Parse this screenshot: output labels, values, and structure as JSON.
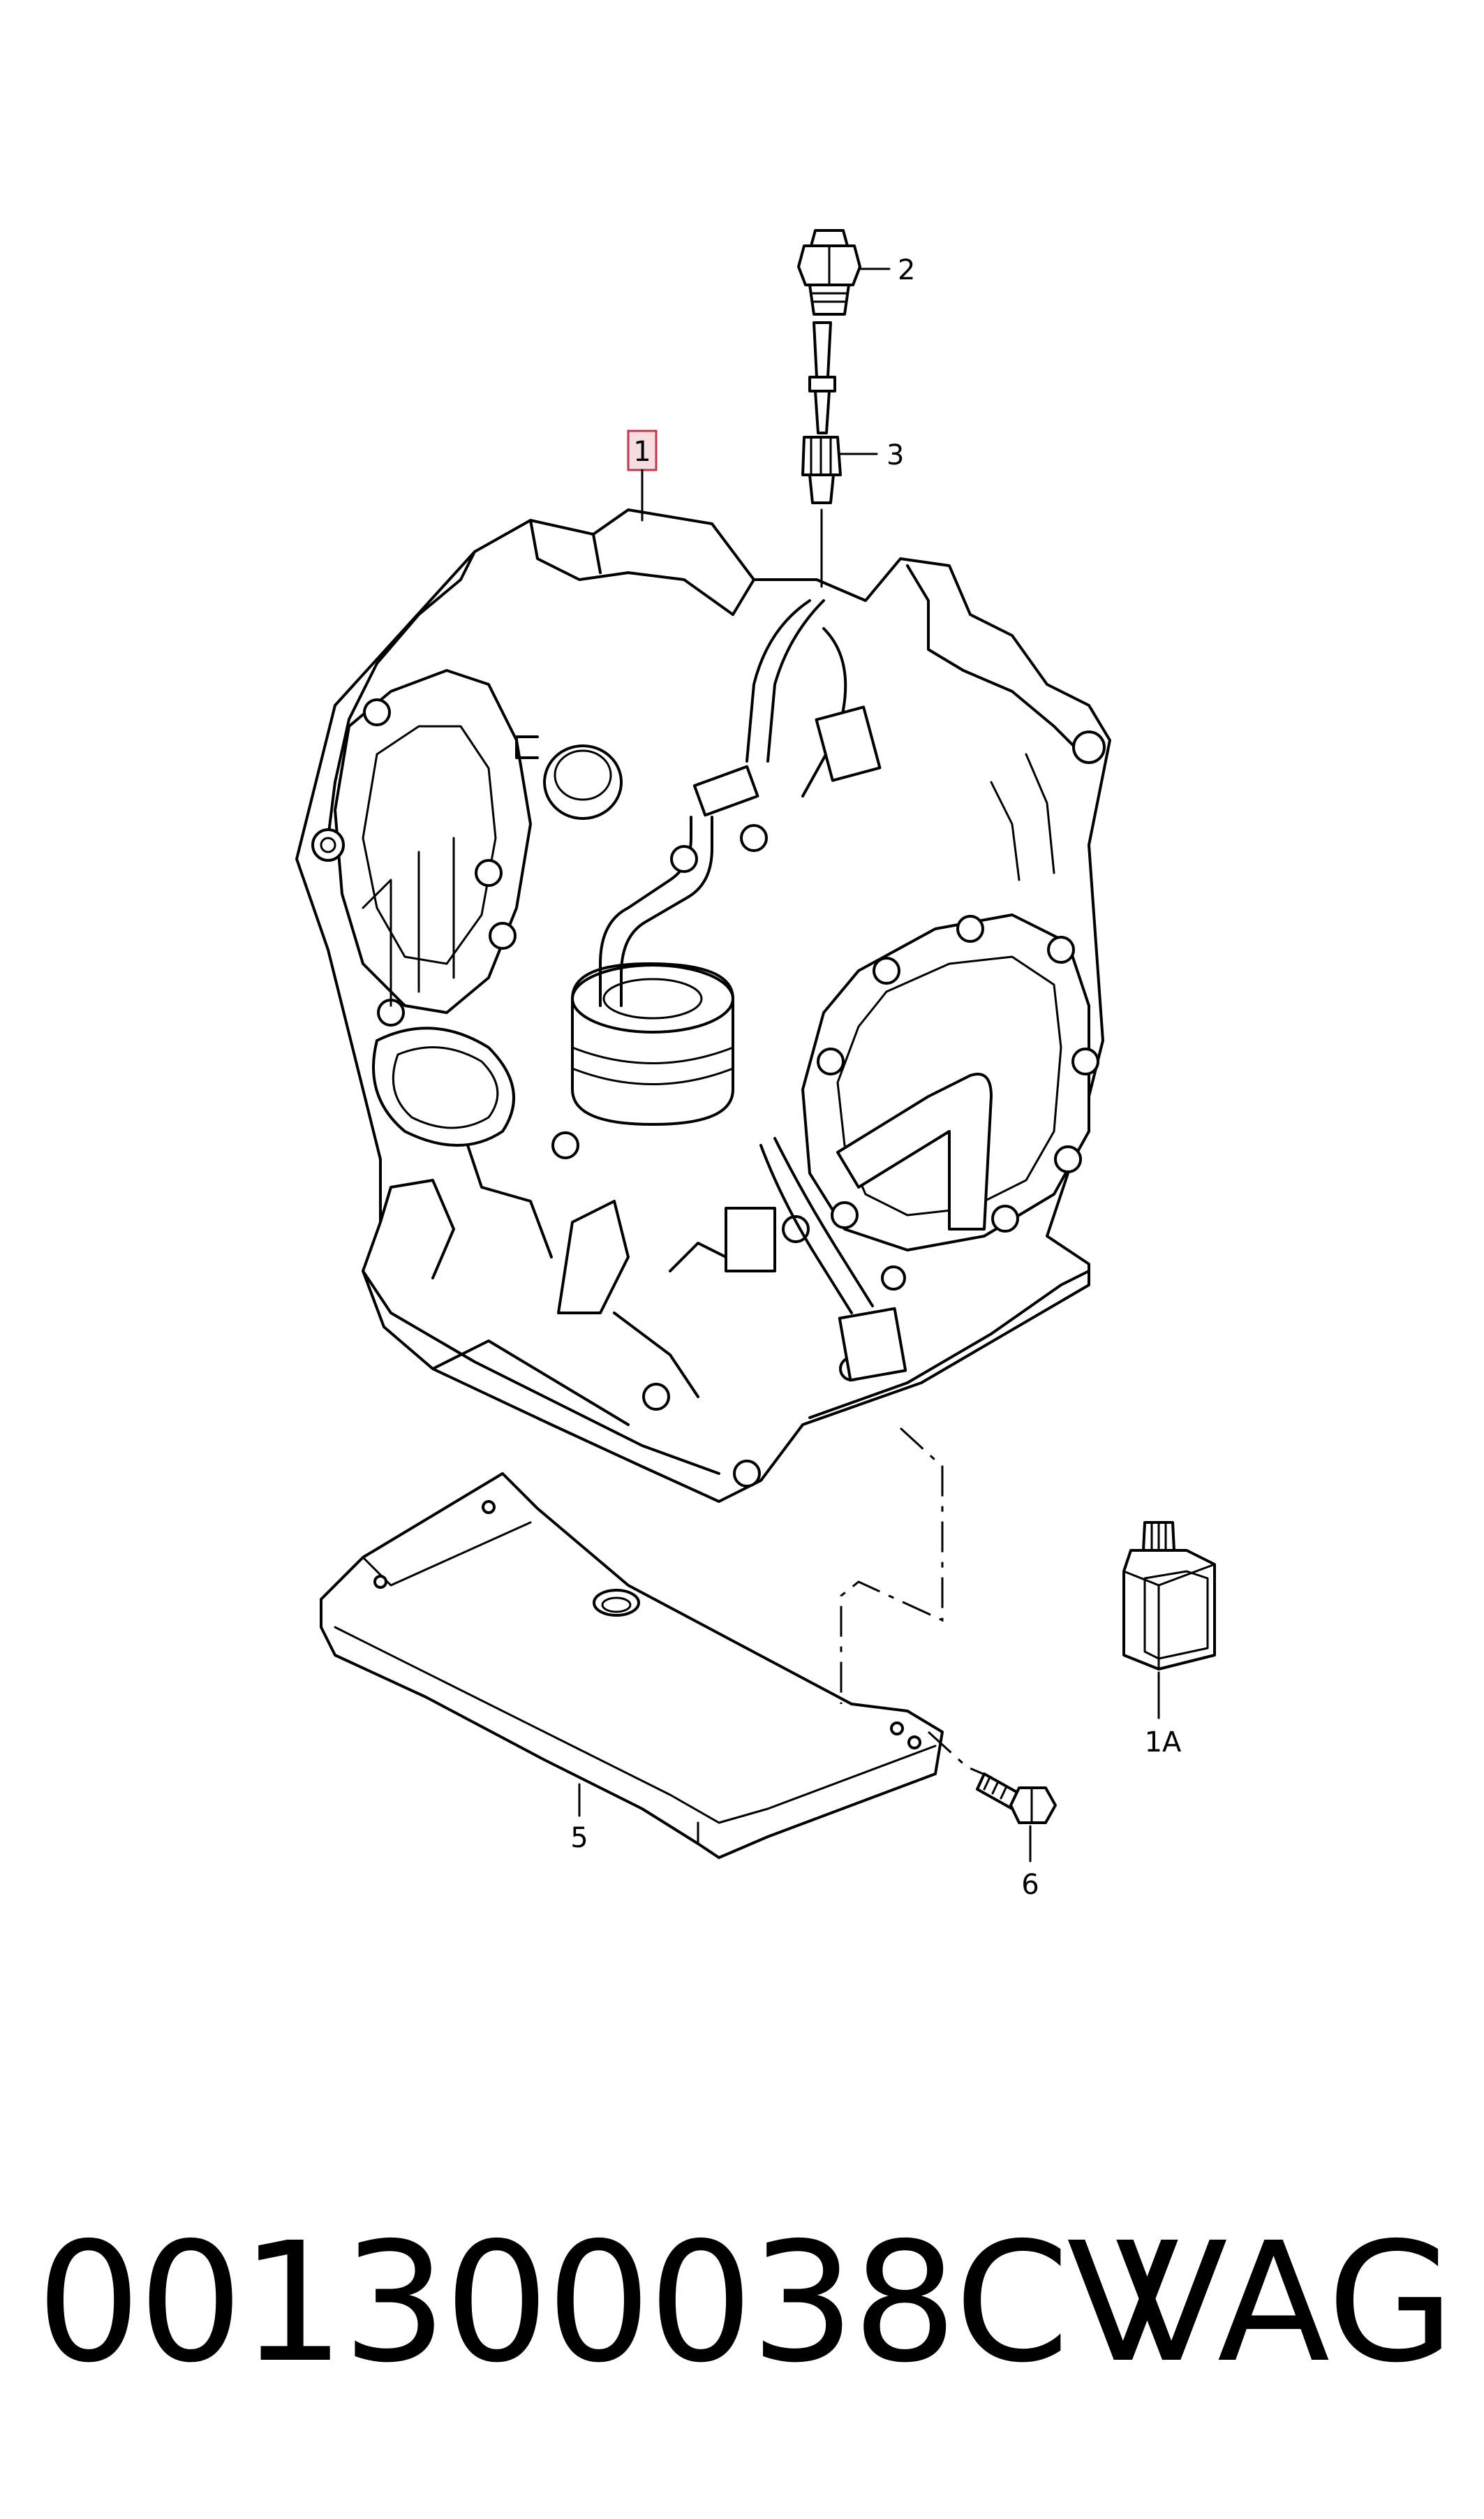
{
  "callouts": {
    "c1": "1",
    "c1a": "1A",
    "c2": "2",
    "c3": "3",
    "c5": "5",
    "c6": "6"
  },
  "footer": {
    "part_number": "001300038CV",
    "brand": "VAG"
  },
  "colors": {
    "line": "#000000",
    "highlight_fill": "#f6dde3",
    "highlight_stroke": "#c0394b",
    "background": "#ffffff"
  }
}
